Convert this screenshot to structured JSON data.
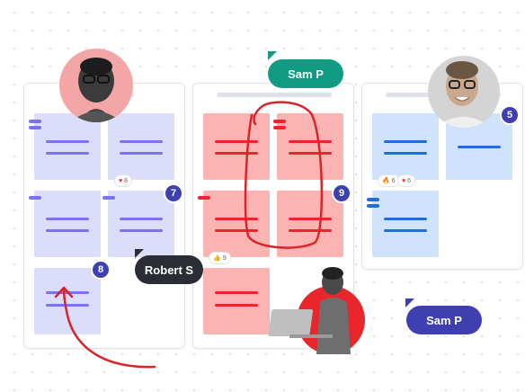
{
  "cursors": {
    "sam_top": {
      "label": "Sam P",
      "color": "#0f9c82"
    },
    "sam_bottom": {
      "label": "Sam P",
      "color": "#3e3fb0"
    },
    "robert": {
      "label": "Robert S",
      "color": "#2a2d33"
    }
  },
  "badges": {
    "col1_note4": "7",
    "col1_note5": "8",
    "col2_note4": "9",
    "col3_note1": "5"
  },
  "reactions": {
    "col1_heart": {
      "emoji": "♥",
      "count": "8"
    },
    "col2_thumb": {
      "emoji": "👍",
      "count": "9"
    },
    "col3_fire": {
      "emoji": "🔥",
      "count": "6"
    },
    "col3_heart": {
      "emoji": "♥",
      "count": "6"
    }
  },
  "colors": {
    "purple_note": "#dcdcfb",
    "red_note": "#fbb4b2",
    "blue_note": "#cfe3fd",
    "annotation_red": "#d8252a",
    "badge": "#3e3fb0"
  }
}
